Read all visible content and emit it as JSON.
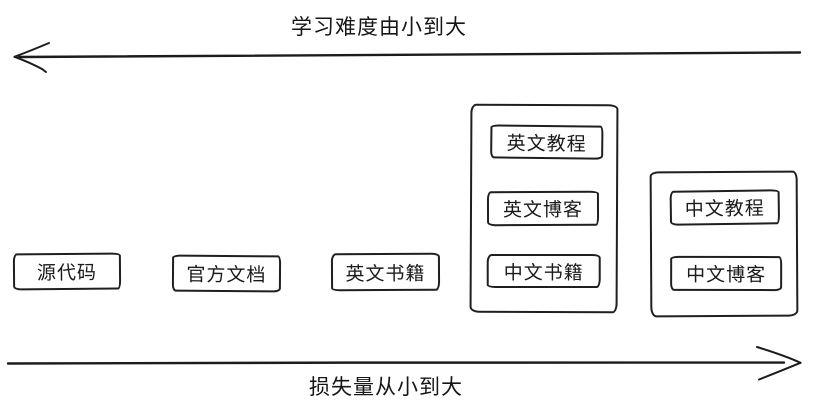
{
  "colors": {
    "ink": "#1a1a1a",
    "background": "#ffffff"
  },
  "axes": {
    "top": {
      "label": "学习难度由小到大",
      "direction": "left"
    },
    "bottom": {
      "label": "损失量从小到大",
      "direction": "right"
    }
  },
  "boxes": [
    {
      "label": "源代码"
    },
    {
      "label": "官方文档"
    },
    {
      "label": "英文书籍"
    }
  ],
  "groups": [
    {
      "items": [
        {
          "label": "英文教程"
        },
        {
          "label": "英文博客"
        },
        {
          "label": "中文书籍"
        }
      ]
    },
    {
      "items": [
        {
          "label": "中文教程"
        },
        {
          "label": "中文博客"
        }
      ]
    }
  ]
}
